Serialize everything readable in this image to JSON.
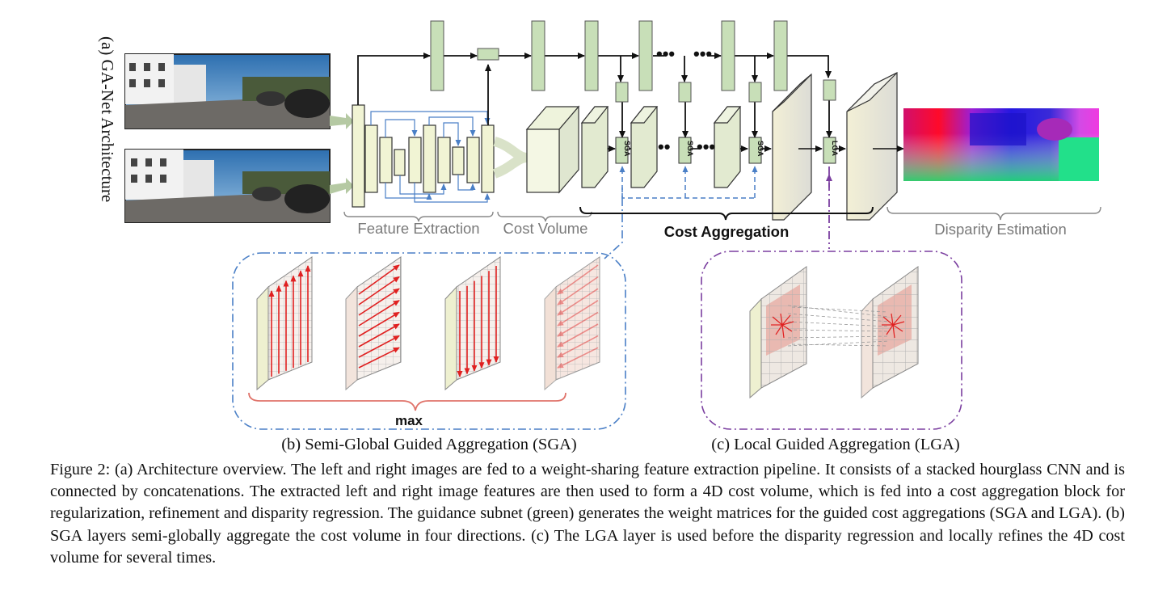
{
  "panel_a": {
    "title": "(a) GA-Net Architecture",
    "labels": {
      "feature_extraction": "Feature Extraction",
      "cost_volume": "Cost Volume",
      "cost_aggregation": "Cost Aggregation",
      "disparity_estimation": "Disparity Estimation"
    },
    "layer_tags": {
      "sga": "SGA",
      "lga": "LGA"
    }
  },
  "panel_b": {
    "title": "(b) Semi-Global Guided Aggregation (SGA)",
    "brace_label": "max"
  },
  "panel_c": {
    "title": "(c) Local Guided Aggregation (LGA)"
  },
  "caption": "Figure 2: (a) Architecture overview. The left and right images are fed to a weight-sharing feature extraction pipeline. It consists of a stacked hourglass CNN and is connected by concatenations. The extracted left and right image features are then used to form a 4D cost volume, which is fed into a cost aggregation block for regularization, refinement and disparity regression. The guidance subnet (green) generates the weight matrices for the guided cost aggregations (SGA and LGA). (b) SGA layers semi-globally aggregate the cost volume in four directions. (c) The LGA layer is used before the disparity regression and locally refines the 4D cost volume for several times.",
  "colors": {
    "guidance_green": "#c8dfb8",
    "feature_yellow": "#f1f4d4",
    "sga_blue": "#4a7fc6",
    "lga_purple": "#7b3fa0",
    "brace_red": "#e0736a"
  }
}
